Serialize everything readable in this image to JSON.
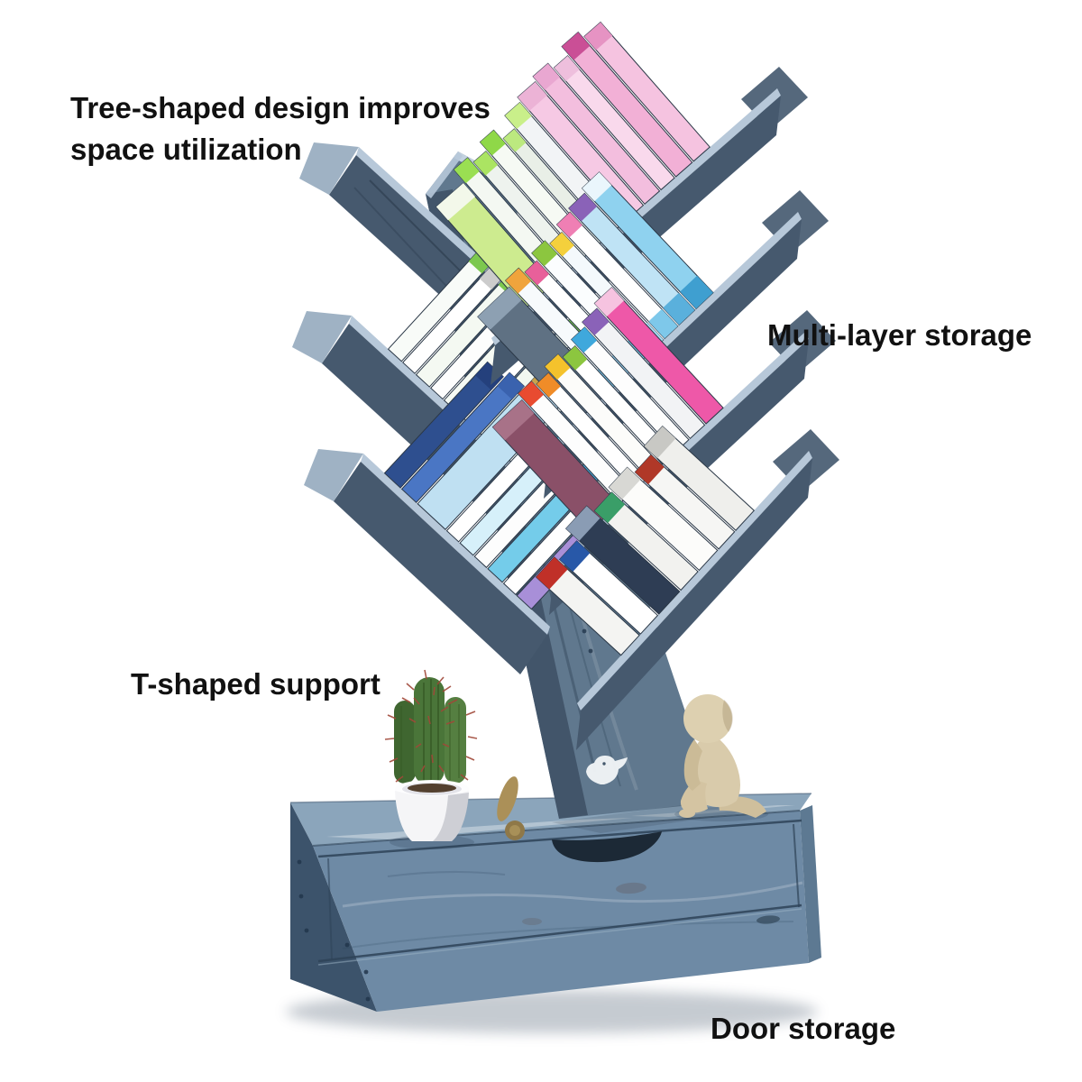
{
  "alt": "Blue-grey tree-shaped wooden bookshelf with angled branch shelves holding colorful books, standing on a storage cabinet with a drawer cutout handle, decorated with a potted cactus and a beige sitting figurine",
  "labels": {
    "tree_line1": "Tree-shaped design improves",
    "tree_line2": "space utilization",
    "multi_layer": "Multi-layer storage",
    "t_support": "T-shaped support",
    "door_storage": "Door storage"
  },
  "palette": {
    "background": "#ffffff",
    "text": "#111111",
    "wood_edge": "#b7c8d9",
    "wood_face": "#46596e",
    "wood_face_dark": "#3c4f63",
    "trunk_face": "#60788e",
    "trunk_side": "#42556a",
    "cabinet_top": "#8ba5bb",
    "cabinet_front": "#6e8aa5",
    "cabinet_side": "#3c536b",
    "cabinet_right": "#5d7992",
    "groove": "#2e4358",
    "cutout": "#1c2936",
    "pot": "#f5f5f7",
    "cactus": "#4a7539",
    "cactus_dark": "#335522",
    "cactus_spines": "#a04838",
    "figurine": "#d9cbab",
    "book_stroke": "#2b3847",
    "bird_decal": "#f2f5f8"
  },
  "shelves": [
    {
      "id": "books-r1",
      "start": 30,
      "books": [
        [
          40,
          150,
          "#cdeb8f",
          "#f3f8ea",
          ""
        ],
        [
          20,
          168,
          "#f4f8f2",
          "#9adf52",
          ""
        ],
        [
          18,
          160,
          "#eef3ee",
          "#abe462",
          ""
        ],
        [
          20,
          172,
          "#f6faf4",
          "#8fd848",
          ""
        ],
        [
          16,
          158,
          "#e9efe7",
          "#bce97f",
          ""
        ],
        [
          22,
          176,
          "#f2f4f6",
          "#c9ef8a",
          ""
        ],
        [
          26,
          182,
          "#f6c9e4",
          "#ecb3d6",
          ""
        ],
        [
          22,
          188,
          "#f3bede",
          "#e9a7d1",
          ""
        ],
        [
          20,
          180,
          "#f9d9ec",
          "#eebfdd",
          ""
        ],
        [
          24,
          192,
          "#f2b0d6",
          "#ca4f96",
          ""
        ],
        [
          24,
          184,
          "#f5c3e0",
          "#e693c3",
          ""
        ]
      ]
    },
    {
      "id": "books-r2",
      "start": 8,
      "books": [
        [
          48,
          160,
          "#5f7183",
          "#8da0b2",
          ""
        ],
        [
          20,
          168,
          "#f7fafc",
          "#f0a43c",
          "#7ec8ea"
        ],
        [
          18,
          160,
          "#ffffff",
          "#e8609a",
          "#9ad4f0"
        ],
        [
          20,
          170,
          "#fbfdfe",
          "#8cc63f",
          "#7ec8ea"
        ],
        [
          18,
          164,
          "#f4f9fc",
          "#f4d03c",
          "#a8dcf4"
        ],
        [
          20,
          174,
          "#ffffff",
          "#ef7fb4",
          "#7ec8ea"
        ],
        [
          24,
          178,
          "#bfe3f5",
          "#8a62b8",
          "#5ab0dc"
        ],
        [
          26,
          184,
          "#8fd2ef",
          "#eaf6fc",
          "#3f9fd0"
        ]
      ]
    },
    {
      "id": "books-r3",
      "start": 8,
      "books": [
        [
          44,
          158,
          "#8a5068",
          "#a87288",
          ""
        ],
        [
          20,
          166,
          "#fdfdfd",
          "#e84b30",
          ""
        ],
        [
          18,
          160,
          "#ffffff",
          "#f08c28",
          ""
        ],
        [
          20,
          168,
          "#fcfcfa",
          "#f4c22c",
          ""
        ],
        [
          18,
          162,
          "#ffffff",
          "#8cc63f",
          ""
        ],
        [
          20,
          170,
          "#fdfdfd",
          "#3fa8dc",
          ""
        ],
        [
          22,
          176,
          "#f2f3f5",
          "#8a62b8",
          ""
        ],
        [
          26,
          182,
          "#ee58a8",
          "#f6c3e0",
          ""
        ]
      ]
    },
    {
      "id": "books-r4",
      "start": 10,
      "books": [
        [
          30,
          128,
          "#f4f4f2",
          "#c03028",
          ""
        ],
        [
          28,
          122,
          "#ffffff",
          "#2858a8",
          ""
        ],
        [
          34,
          140,
          "#2e3d54",
          "#8a9cb4",
          ""
        ],
        [
          28,
          130,
          "#f2f2ef",
          "#3a9e68",
          ""
        ],
        [
          30,
          136,
          "#fcfcfa",
          "#d8d8d4",
          ""
        ],
        [
          26,
          126,
          "#f6f6f4",
          "#b03828",
          ""
        ],
        [
          30,
          138,
          "#efefec",
          "#c8c8c4",
          ""
        ]
      ]
    },
    {
      "id": "books-l2",
      "start": 55,
      "books": [
        [
          20,
          152,
          "#f8fbf8",
          "#7cc84e",
          ""
        ],
        [
          18,
          146,
          "#ffffff",
          "#cccccc",
          ""
        ],
        [
          20,
          155,
          "#f4f9f2",
          "#7cc84e",
          ""
        ],
        [
          18,
          148,
          "#fdfdfd",
          "#b8b8b4",
          ""
        ],
        [
          20,
          158,
          "#f6faf4",
          "#8cc63f",
          ""
        ],
        [
          18,
          150,
          "#ffffff",
          "#d0d0cc",
          ""
        ],
        [
          20,
          160,
          "#f2f8f0",
          "#7cc84e",
          ""
        ],
        [
          18,
          152,
          "#fcfffc",
          "#c4c4c0",
          ""
        ],
        [
          20,
          162,
          "#f6faf6",
          "#9adf52",
          ""
        ]
      ]
    },
    {
      "id": "books-l3",
      "start": 32,
      "books": [
        [
          24,
          168,
          "#2e4f8f",
          "#24407c",
          ""
        ],
        [
          22,
          176,
          "#4a76c4",
          "#3a62ae",
          ""
        ],
        [
          42,
          206,
          "#bfe0f2",
          "#caa34a",
          ""
        ],
        [
          18,
          158,
          "#ffffff",
          "#cfcfcb",
          ""
        ],
        [
          20,
          166,
          "#d6f0fa",
          "#52c2e8",
          ""
        ],
        [
          18,
          160,
          "#fdfdfd",
          "#c8c8c4",
          ""
        ],
        [
          22,
          172,
          "#74ccea",
          "#4aa8d8",
          ""
        ],
        [
          18,
          162,
          "#ffffff",
          "#d4d4d0",
          ""
        ],
        [
          22,
          174,
          "#a88fd8",
          "#8a62b8",
          ""
        ]
      ]
    }
  ]
}
